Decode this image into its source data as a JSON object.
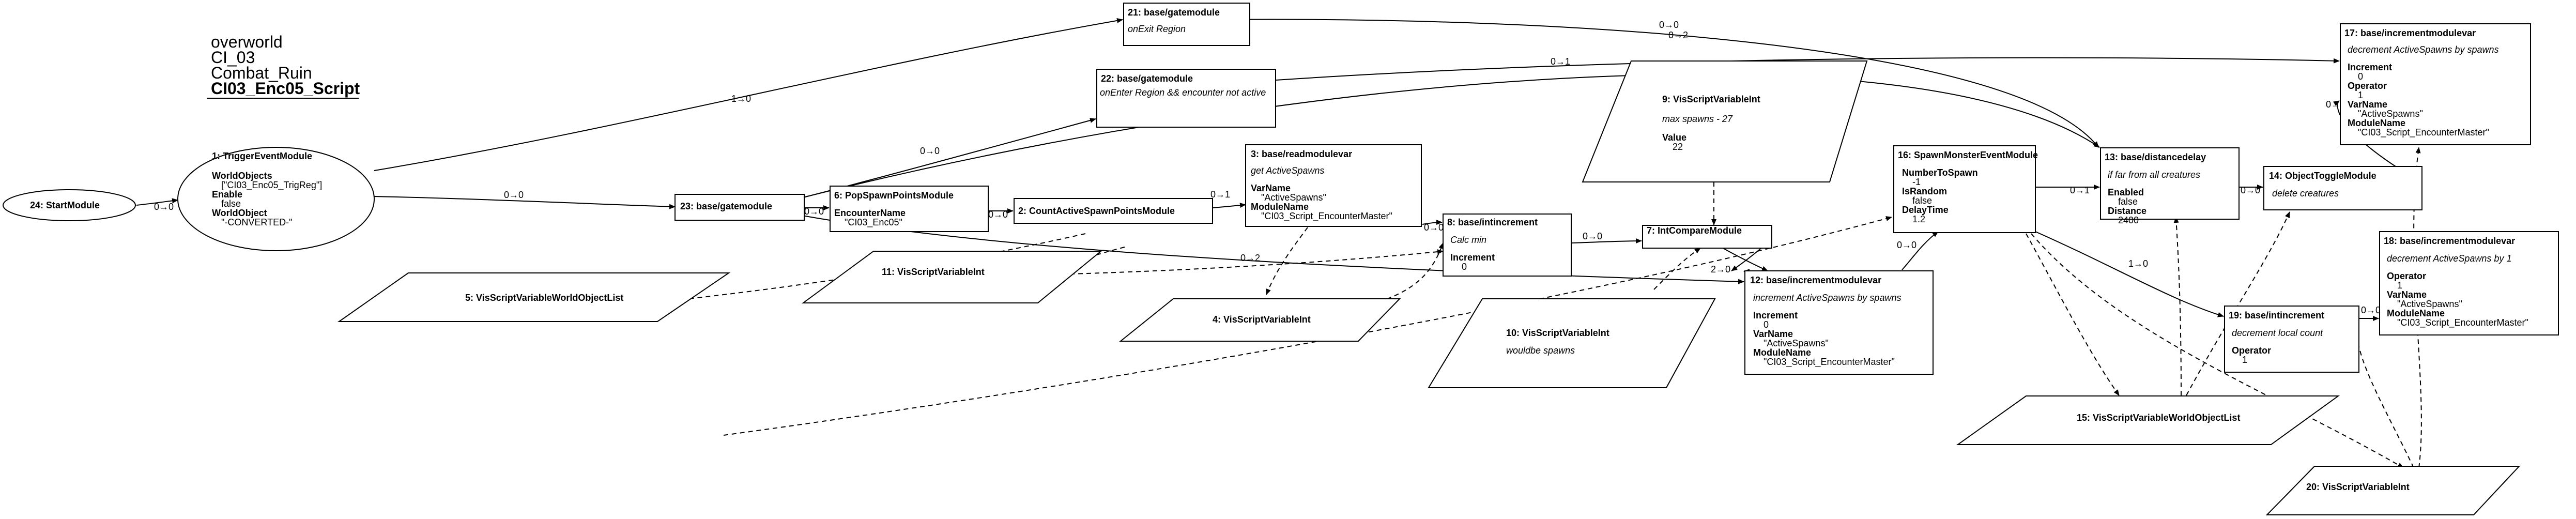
{
  "header": {
    "lines": [
      "overworld",
      "CI_03",
      "Combat_Ruin"
    ],
    "script_name": "CI03_Enc05_Script"
  },
  "nodes": {
    "n24": {
      "title": "24: StartModule"
    },
    "n1": {
      "title": "1: TriggerEventModule",
      "props": [
        {
          "name": "WorldObjects",
          "value": "[\"CI03_Enc05_TrigReg\"]"
        },
        {
          "name": "Enable",
          "value": "false"
        },
        {
          "name": "WorldObject",
          "value": "\"-CONVERTED-\""
        }
      ]
    },
    "n21": {
      "title": "21: base/gatemodule",
      "subtitle": "onExit Region"
    },
    "n22": {
      "title": "22: base/gatemodule",
      "subtitle": "onEnter Region && encounter not active"
    },
    "n23": {
      "title": "23: base/gatemodule"
    },
    "n6": {
      "title": "6: PopSpawnPointsModule",
      "props": [
        {
          "name": "EncounterName",
          "value": "\"CI03_Enc05\""
        }
      ]
    },
    "n2": {
      "title": "2: CountActiveSpawnPointsModule"
    },
    "n3": {
      "title": "3: base/readmodulevar",
      "subtitle": "get ActiveSpawns",
      "props": [
        {
          "name": "VarName",
          "value": "\"ActiveSpawns\""
        },
        {
          "name": "ModuleName",
          "value": "\"CI03_Script_EncounterMaster\""
        }
      ]
    },
    "n5": {
      "title": "5: VisScriptVariableWorldObjectList"
    },
    "n11": {
      "title": "11: VisScriptVariableInt"
    },
    "n4": {
      "title": "4: VisScriptVariableInt"
    },
    "n8": {
      "title": "8: base/intincrement",
      "subtitle": "Calc min",
      "props": [
        {
          "name": "Increment",
          "value": "0"
        }
      ]
    },
    "n9": {
      "title": "9: VisScriptVariableInt",
      "subtitle": "max spawns - 27",
      "props": [
        {
          "name": "Value",
          "value": "22"
        }
      ]
    },
    "n7": {
      "title": "7: IntCompareModule"
    },
    "n10": {
      "title": "10: VisScriptVariableInt",
      "subtitle": "wouldbe spawns"
    },
    "n12": {
      "title": "12: base/incrementmodulevar",
      "subtitle": "increment ActiveSpawns by spawns",
      "props": [
        {
          "name": "Increment",
          "value": "0"
        },
        {
          "name": "VarName",
          "value": "\"ActiveSpawns\""
        },
        {
          "name": "ModuleName",
          "value": "\"CI03_Script_EncounterMaster\""
        }
      ]
    },
    "n16": {
      "title": "16: SpawnMonsterEventModule",
      "props": [
        {
          "name": "NumberToSpawn",
          "value": "-1"
        },
        {
          "name": "IsRandom",
          "value": "false"
        },
        {
          "name": "DelayTime",
          "value": "1.2"
        }
      ]
    },
    "n13": {
      "title": "13: base/distancedelay",
      "subtitle": "if far from all creatures",
      "props": [
        {
          "name": "Enabled",
          "value": "false"
        },
        {
          "name": "Distance",
          "value": "2400"
        }
      ]
    },
    "n14": {
      "title": "14: ObjectToggleModule",
      "subtitle": "delete creatures"
    },
    "n17": {
      "title": "17: base/incrementmodulevar",
      "subtitle": "decrement ActiveSpawns by spawns",
      "props": [
        {
          "name": "Increment",
          "value": "0"
        },
        {
          "name": "Operator",
          "value": "1"
        },
        {
          "name": "VarName",
          "value": "\"ActiveSpawns\""
        },
        {
          "name": "ModuleName",
          "value": "\"CI03_Script_EncounterMaster\""
        }
      ]
    },
    "n18": {
      "title": "18: base/incrementmodulevar",
      "subtitle": "decrement ActiveSpawns by 1",
      "props": [
        {
          "name": "Operator",
          "value": "1"
        },
        {
          "name": "VarName",
          "value": "\"ActiveSpawns\""
        },
        {
          "name": "ModuleName",
          "value": "\"CI03_Script_EncounterMaster\""
        }
      ]
    },
    "n19": {
      "title": "19: base/intincrement",
      "subtitle": "decrement local count",
      "props": [
        {
          "name": "Operator",
          "value": "1"
        }
      ]
    },
    "n15": {
      "title": "15: VisScriptVariableWorldObjectList"
    },
    "n20": {
      "title": "20: VisScriptVariableInt"
    }
  },
  "edge_labels": {
    "e24_1": "0→0",
    "e1_21": "1→0",
    "e1_23": "0→0",
    "e21_13": "0→0",
    "e21_13b": "0→2",
    "e22_17": "0→1",
    "e23_22": "0→0",
    "e23_6": "0→0",
    "e6_2": "0→0",
    "e2_3": "0→1",
    "e3_8": "0→0",
    "e8_7": "0→0",
    "e11_12": "0→2",
    "e7_12": "2→0",
    "e12_16": "0→0",
    "e16_13": "0→1",
    "e13_14": "0→0",
    "e14_17": "0→0",
    "e16_19": "1→0",
    "e19_18": "0→0"
  }
}
